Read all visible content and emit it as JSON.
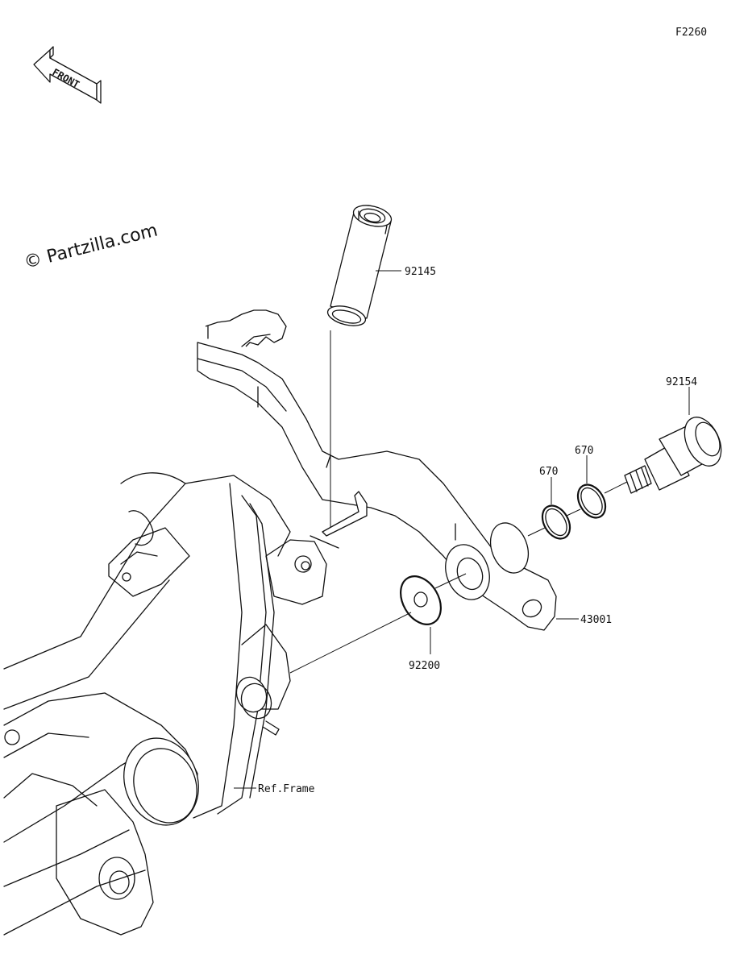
{
  "diagram_code": "F2260",
  "front_indicator": "FRONT",
  "watermark": "© Partzilla.com",
  "parts": {
    "spring": "92145",
    "bolt": "92154",
    "oring_outer": "670",
    "oring_inner": "670",
    "brake_pedal": "43001",
    "washer": "92200",
    "frame_ref": "Ref.Frame"
  }
}
